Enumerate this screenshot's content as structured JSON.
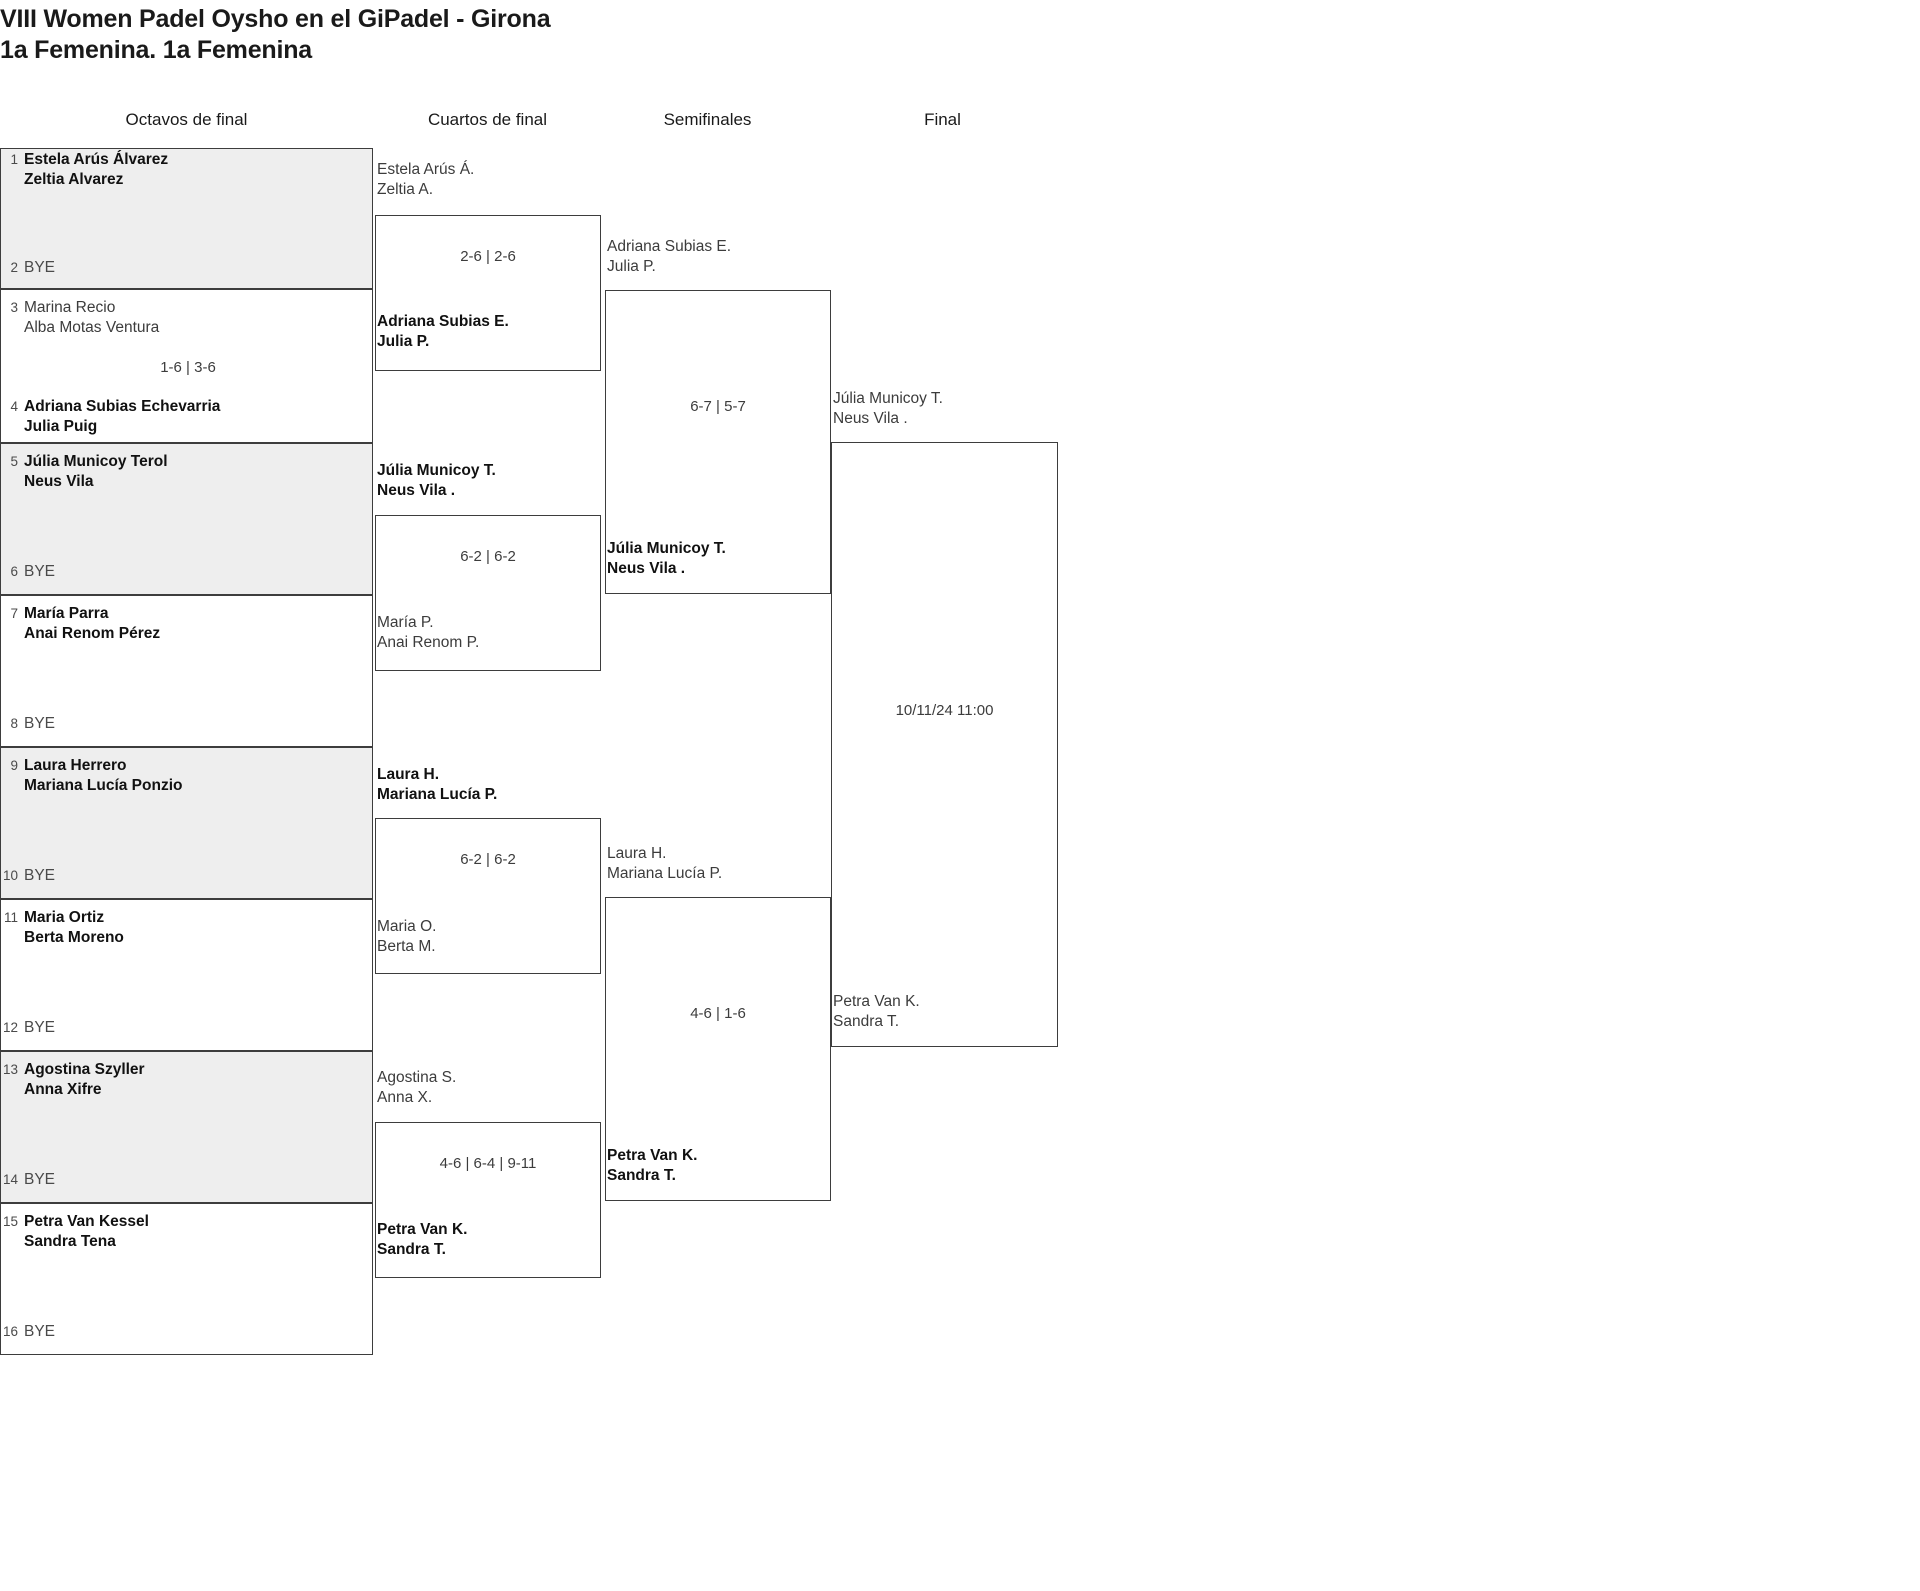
{
  "tournament": {
    "title": "VIII Women Padel Oysho en el GiPadel - Girona",
    "subtitle": "1a Femenina. 1a Femenina"
  },
  "rounds": [
    {
      "key": "r16",
      "label": "Octavos de final"
    },
    {
      "key": "qf",
      "label": "Cuartos de final"
    },
    {
      "key": "sf",
      "label": "Semifinales"
    },
    {
      "key": "f",
      "label": "Final"
    }
  ],
  "bye_label": "BYE",
  "round_of_16": [
    {
      "seed": "1",
      "p1": "Estela Arús Álvarez",
      "p2": "Zeltia Alvarez",
      "winner": true,
      "bye": false
    },
    {
      "seed": "2",
      "p1": "BYE",
      "p2": "",
      "winner": false,
      "bye": true
    },
    {
      "seed": "3",
      "p1": "Marina Recio",
      "p2": "Alba Motas Ventura",
      "winner": false,
      "bye": false
    },
    {
      "seed": "4",
      "p1": "Adriana Subias Echevarria",
      "p2": "Julia Puig",
      "winner": true,
      "bye": false
    },
    {
      "seed": "5",
      "p1": "Júlia Municoy Terol",
      "p2": "Neus Vila",
      "winner": true,
      "bye": false
    },
    {
      "seed": "6",
      "p1": "BYE",
      "p2": "",
      "winner": false,
      "bye": true
    },
    {
      "seed": "7",
      "p1": "María Parra",
      "p2": "Anai Renom Pérez",
      "winner": true,
      "bye": false
    },
    {
      "seed": "8",
      "p1": "BYE",
      "p2": "",
      "winner": false,
      "bye": true
    },
    {
      "seed": "9",
      "p1": "Laura Herrero",
      "p2": "Mariana Lucía Ponzio",
      "winner": true,
      "bye": false
    },
    {
      "seed": "10",
      "p1": "BYE",
      "p2": "",
      "winner": false,
      "bye": true
    },
    {
      "seed": "11",
      "p1": "Maria Ortiz",
      "p2": "Berta Moreno",
      "winner": true,
      "bye": false
    },
    {
      "seed": "12",
      "p1": "BYE",
      "p2": "",
      "winner": false,
      "bye": true
    },
    {
      "seed": "13",
      "p1": "Agostina Szyller",
      "p2": "Anna Xifre",
      "winner": true,
      "bye": false
    },
    {
      "seed": "14",
      "p1": "BYE",
      "p2": "",
      "winner": false,
      "bye": true
    },
    {
      "seed": "15",
      "p1": "Petra Van Kessel",
      "p2": "Sandra Tena",
      "winner": true,
      "bye": false
    },
    {
      "seed": "16",
      "p1": "BYE",
      "p2": "",
      "winner": false,
      "bye": true
    }
  ],
  "r16_score_3_4": "1-6 | 3-6",
  "quarterfinals": [
    {
      "top": {
        "p1": "Estela Arús Á.",
        "p2": "Zeltia A.",
        "winner": false
      },
      "bottom": {
        "p1": "Adriana Subias E.",
        "p2": "Julia P.",
        "winner": true
      },
      "score": "2-6 | 2-6"
    },
    {
      "top": {
        "p1": "Júlia Municoy T.",
        "p2": "Neus Vila .",
        "winner": true
      },
      "bottom": {
        "p1": "María P.",
        "p2": "Anai Renom P.",
        "winner": false
      },
      "score": "6-2 | 6-2"
    },
    {
      "top": {
        "p1": "Laura H.",
        "p2": "Mariana Lucía P.",
        "winner": true
      },
      "bottom": {
        "p1": "Maria O.",
        "p2": "Berta M.",
        "winner": false
      },
      "score": "6-2 | 6-2"
    },
    {
      "top": {
        "p1": "Agostina S.",
        "p2": "Anna X.",
        "winner": false
      },
      "bottom": {
        "p1": "Petra Van K.",
        "p2": "Sandra T.",
        "winner": true
      },
      "score": "4-6 | 6-4 | 9-11"
    }
  ],
  "semifinals": [
    {
      "top": {
        "p1": "Adriana Subias E.",
        "p2": "Julia P.",
        "winner": false
      },
      "bottom": {
        "p1": "Júlia Municoy T.",
        "p2": "Neus Vila .",
        "winner": true
      },
      "score": "6-7 | 5-7"
    },
    {
      "top": {
        "p1": "Laura H.",
        "p2": "Mariana Lucía P.",
        "winner": false
      },
      "bottom": {
        "p1": "Petra Van K.",
        "p2": "Sandra T.",
        "winner": true
      },
      "score": "4-6 | 1-6"
    }
  ],
  "final": {
    "top": {
      "p1": "Júlia Municoy T.",
      "p2": "Neus Vila .",
      "winner": false
    },
    "bottom": {
      "p1": "Petra Van K.",
      "p2": "Sandra T.",
      "winner": false
    },
    "datetime": "10/11/24 11:00"
  }
}
